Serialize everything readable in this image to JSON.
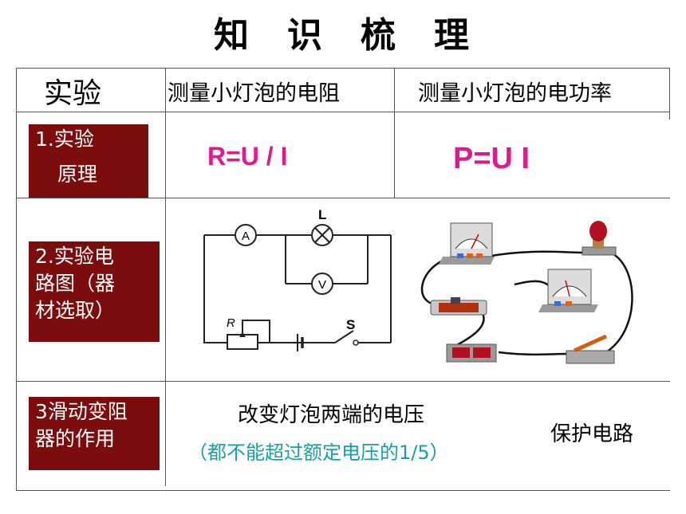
{
  "title_chars": [
    "知",
    "识",
    "梳",
    "理"
  ],
  "header": {
    "col0": "实验",
    "col1": "测量小灯泡的电阻",
    "col2": "测量小灯泡的电功率"
  },
  "row1": {
    "label_line1": "1.实验",
    "label_line2": "原理",
    "formula_resistance": "R=U / I",
    "formula_power": "P=U I"
  },
  "row2": {
    "label_line1": "2.实验电",
    "label_line2": "路图（器",
    "label_line3": "材选取）",
    "circuit_labels": {
      "ammeter": "A",
      "voltmeter": "V",
      "lamp": "L",
      "rheostat": "R",
      "switch": "S"
    }
  },
  "row3": {
    "label_line1": "3滑动变阻",
    "label_line2": "器的作用",
    "effect_main": "改变灯泡两端的电压",
    "effect_note": "（都不能超过额定电压的1/5）",
    "effect_protect": "保护电路"
  },
  "colors": {
    "label_bg": "#7b0d0d",
    "formula": "#e0198e",
    "note": "#18a0a0"
  }
}
